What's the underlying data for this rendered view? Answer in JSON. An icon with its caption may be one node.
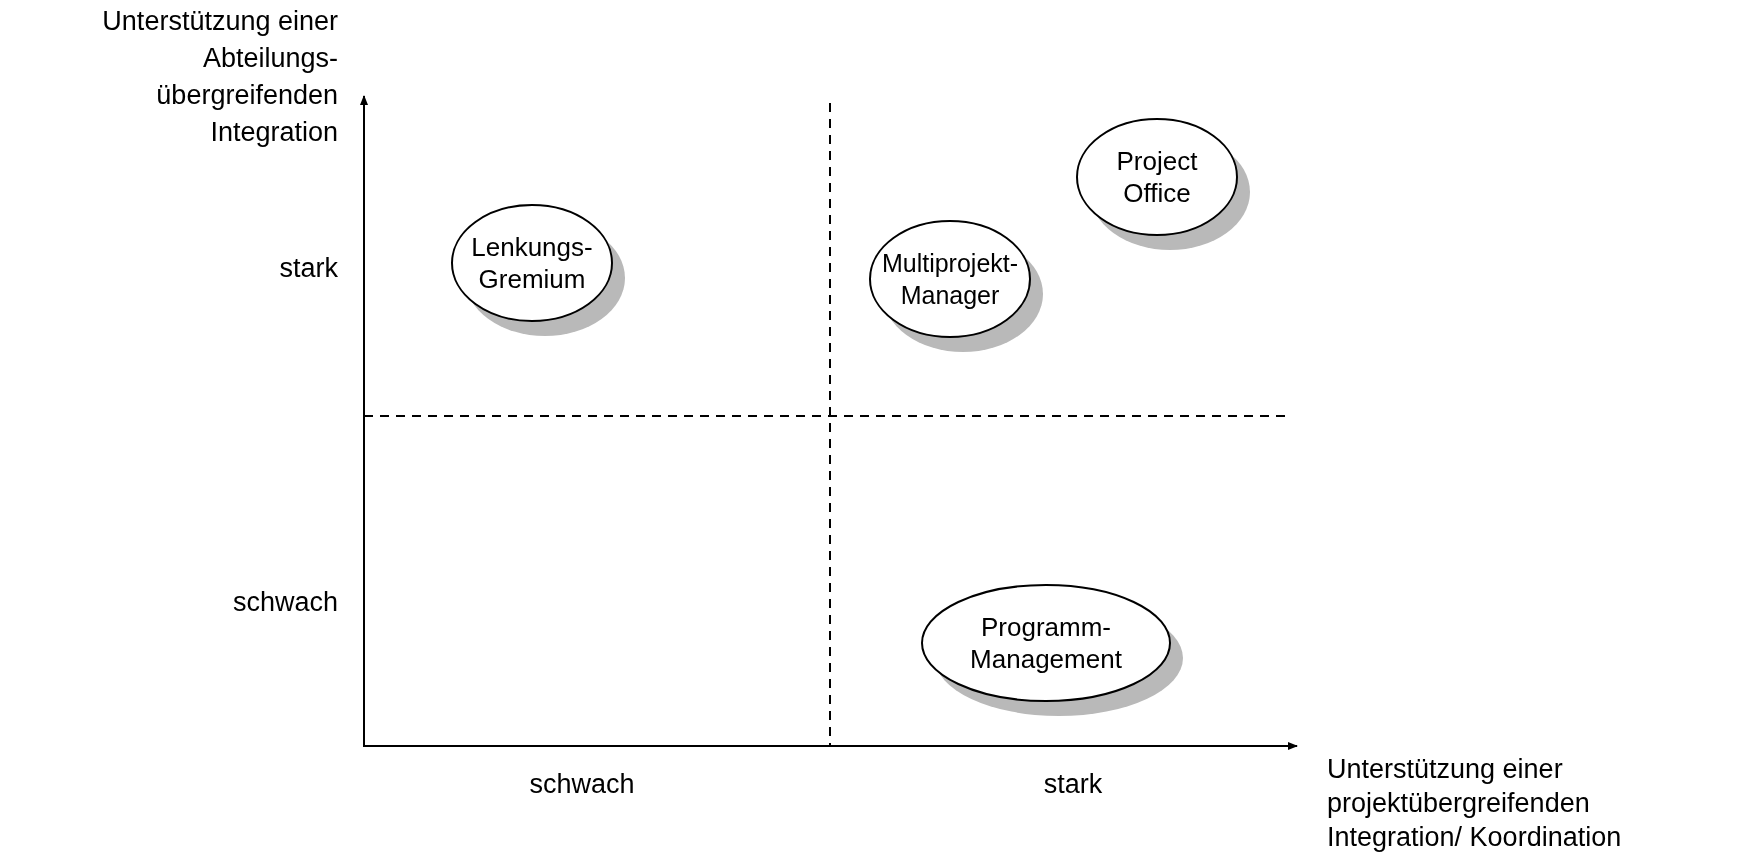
{
  "diagram": {
    "nodes": [
      {
        "text": [
          "Project Office"
        ]
      },
      {
        "text": [
          "Lenkungs- Gremium"
        ]
      },
      {
        "text": [
          "Multiprojekt- Manager"
        ]
      },
      {
        "text": [
          "Programm- Management"
        ]
      }
    ],
    "labels": [
      "Unterstützung einer Abteilungs- übergreifenden Integration",
      "stark",
      "schwach",
      "schwach",
      "stark",
      "Unterstützung einer projektübergreifenden Integration/ Koordination"
    ]
  }
}
